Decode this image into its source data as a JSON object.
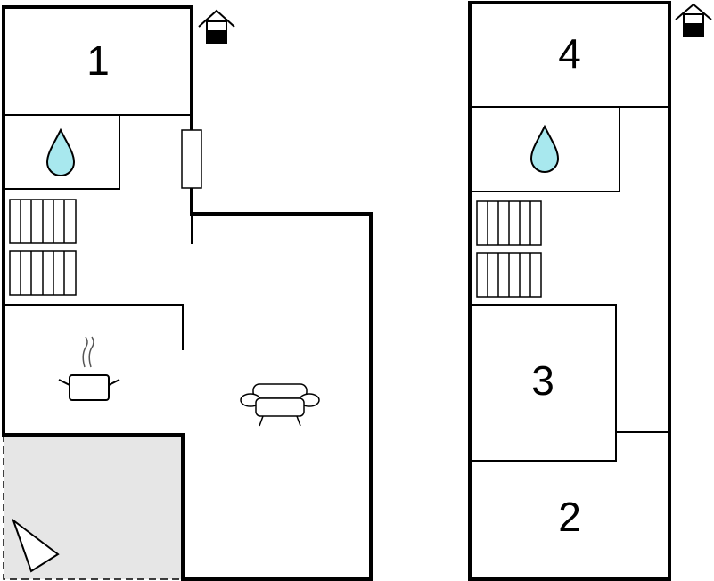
{
  "floor_plan": {
    "colors": {
      "wall": "#000000",
      "terrace_fill": "#e6e6e6",
      "water_drop": "#a8e8ee",
      "background": "#ffffff"
    },
    "ground_floor": {
      "rooms": [
        {
          "label": "1",
          "type": "bedroom"
        },
        {
          "type": "bathroom",
          "icon": "water-drop-icon"
        },
        {
          "type": "stairs",
          "icon": "stairs-icon"
        },
        {
          "type": "kitchen",
          "icon": "cooking-pot-icon"
        },
        {
          "type": "living-room",
          "icon": "sofa-icon"
        },
        {
          "type": "terrace",
          "icon": "lounge-chair-icon"
        }
      ],
      "entrance_icon": "house-entrance-icon"
    },
    "upper_floor": {
      "rooms": [
        {
          "label": "4",
          "type": "bedroom"
        },
        {
          "type": "bathroom",
          "icon": "water-drop-icon"
        },
        {
          "type": "stairs",
          "icon": "stairs-icon"
        },
        {
          "label": "3",
          "type": "bedroom"
        },
        {
          "label": "2",
          "type": "bedroom"
        }
      ],
      "entrance_icon": "house-entrance-icon"
    }
  }
}
